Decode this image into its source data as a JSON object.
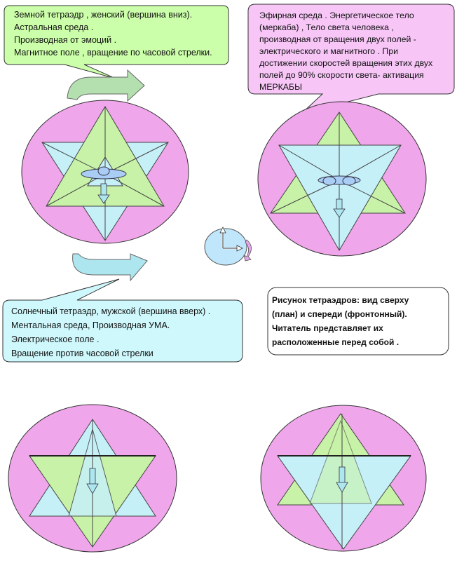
{
  "callouts": {
    "earth": {
      "lines": [
        "Земной тетраэдр , женский (вершина вниз).",
        "Астральная среда .",
        "Производная от эмоций .",
        "Магнитное поле , вращение по часовой стрелки."
      ]
    },
    "ether": {
      "lines": [
        "Эфирная среда . Энергетическое тело",
        "(меркаба) , Тело света человека ,",
        "производная от вращения двух полей -",
        "электрического и магнитного . При",
        "достижении скоростей  вращения этих двух",
        "полей до  90% скорости света- активация",
        "МЕРКАБЫ"
      ]
    },
    "solar": {
      "lines": [
        "Солнечный тетраэдр, мужской (вершина вверх) .",
        "Ментальная среда, Производная УМА.",
        "Электрическое поле .",
        "Вращение против часовой стрелки"
      ]
    },
    "caption": {
      "lines": [
        "Рисунок тетраэдров:  вид  сверху",
        "(план)  и спереди  (фронтонный).",
        "Читатель представляет их",
        "расположенные перед собой ."
      ]
    }
  },
  "colors": {
    "green_bubble": "#ccffaa",
    "pink_bubble": "#f7c6f7",
    "cyan_bubble": "#cff8fc",
    "circle": "#f0a6ea",
    "green_triangle": "#c8f2a8",
    "blue_triangle": "#c6f0f8",
    "ellipse": "#a9cdf4",
    "arrow_green": "#b4e0b0",
    "arrow_blue": "#aee6ef",
    "clock_face": "#bfe6fb",
    "clock_arrow": "#e8a5e8"
  }
}
